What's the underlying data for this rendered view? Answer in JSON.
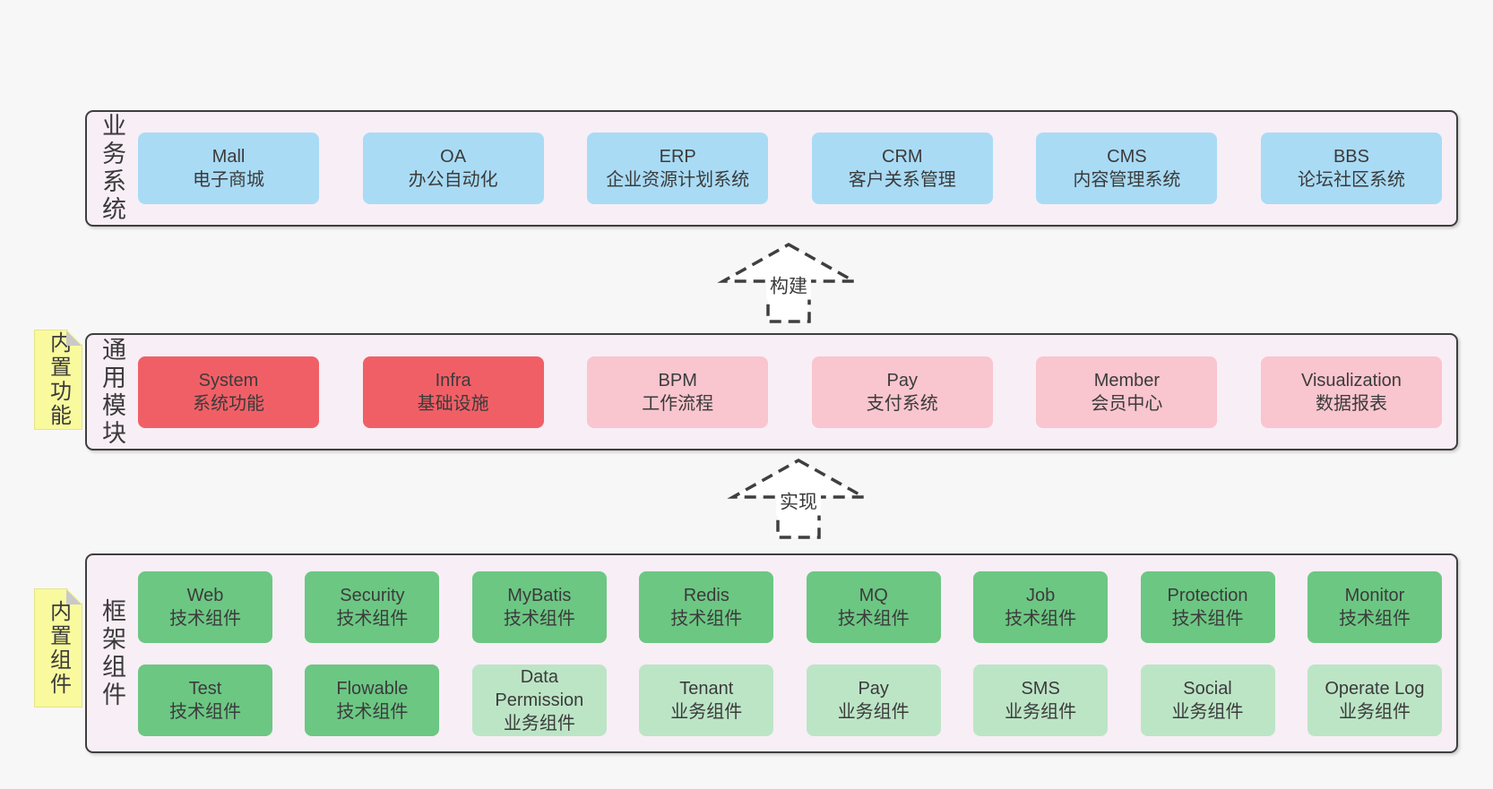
{
  "diagram": {
    "title": "yudao-architecture-diagram",
    "colors": {
      "page_bg": "#f7f7f7",
      "band_bg": "#f8eef6",
      "outline": "#3f3f3f",
      "text": "#3b3b3b",
      "blue": "#a9dbf5",
      "red": "#f15f66",
      "pink": "#f9c5ce",
      "green": "#6cc783",
      "lightgreen": "#bce5c6",
      "sticky_yellow": "#f9f99e",
      "sticky_border": "#e4e489",
      "fold_gray": "#c9c9c9",
      "arrow_fill": "#ffffff"
    },
    "bands": [
      {
        "id": "business-systems",
        "label": "业务系统",
        "sticky": null,
        "rows": [
          [
            {
              "name": "Mall",
              "subtitle": "电子商城",
              "variant": "blue"
            },
            {
              "name": "OA",
              "subtitle": "办公自动化",
              "variant": "blue"
            },
            {
              "name": "ERP",
              "subtitle": "企业资源计划系统",
              "variant": "blue"
            },
            {
              "name": "CRM",
              "subtitle": "客户关系管理",
              "variant": "blue"
            },
            {
              "name": "CMS",
              "subtitle": "内容管理系统",
              "variant": "blue"
            },
            {
              "name": "BBS",
              "subtitle": "论坛社区系统",
              "variant": "blue"
            }
          ]
        ]
      },
      {
        "id": "common-modules",
        "label": "通用模块",
        "sticky": "内置功能",
        "rows": [
          [
            {
              "name": "System",
              "subtitle": "系统功能",
              "variant": "red"
            },
            {
              "name": "Infra",
              "subtitle": "基础设施",
              "variant": "red"
            },
            {
              "name": "BPM",
              "subtitle": "工作流程",
              "variant": "pink"
            },
            {
              "name": "Pay",
              "subtitle": "支付系统",
              "variant": "pink"
            },
            {
              "name": "Member",
              "subtitle": "会员中心",
              "variant": "pink"
            },
            {
              "name": "Visualization",
              "subtitle": "数据报表",
              "variant": "pink"
            }
          ]
        ]
      },
      {
        "id": "framework-components",
        "label": "框架组件",
        "sticky": "内置组件",
        "rows": [
          [
            {
              "name": "Web",
              "subtitle": "技术组件",
              "variant": "green"
            },
            {
              "name": "Security",
              "subtitle": "技术组件",
              "variant": "green"
            },
            {
              "name": "MyBatis",
              "subtitle": "技术组件",
              "variant": "green"
            },
            {
              "name": "Redis",
              "subtitle": "技术组件",
              "variant": "green"
            },
            {
              "name": "MQ",
              "subtitle": "技术组件",
              "variant": "green"
            },
            {
              "name": "Job",
              "subtitle": "技术组件",
              "variant": "green"
            },
            {
              "name": "Protection",
              "subtitle": "技术组件",
              "variant": "green"
            },
            {
              "name": "Monitor",
              "subtitle": "技术组件",
              "variant": "green"
            }
          ],
          [
            {
              "name": "Test",
              "subtitle": "技术组件",
              "variant": "green"
            },
            {
              "name": "Flowable",
              "subtitle": "技术组件",
              "variant": "green"
            },
            {
              "name": "Data Permission",
              "subtitle": "业务组件",
              "variant": "lightgreen"
            },
            {
              "name": "Tenant",
              "subtitle": "业务组件",
              "variant": "lightgreen"
            },
            {
              "name": "Pay",
              "subtitle": "业务组件",
              "variant": "lightgreen"
            },
            {
              "name": "SMS",
              "subtitle": "业务组件",
              "variant": "lightgreen"
            },
            {
              "name": "Social",
              "subtitle": "业务组件",
              "variant": "lightgreen"
            },
            {
              "name": "Operate Log",
              "subtitle": "业务组件",
              "variant": "lightgreen"
            }
          ]
        ]
      }
    ],
    "arrows": [
      {
        "id": "build",
        "label": "构建"
      },
      {
        "id": "implement",
        "label": "实现"
      }
    ]
  }
}
